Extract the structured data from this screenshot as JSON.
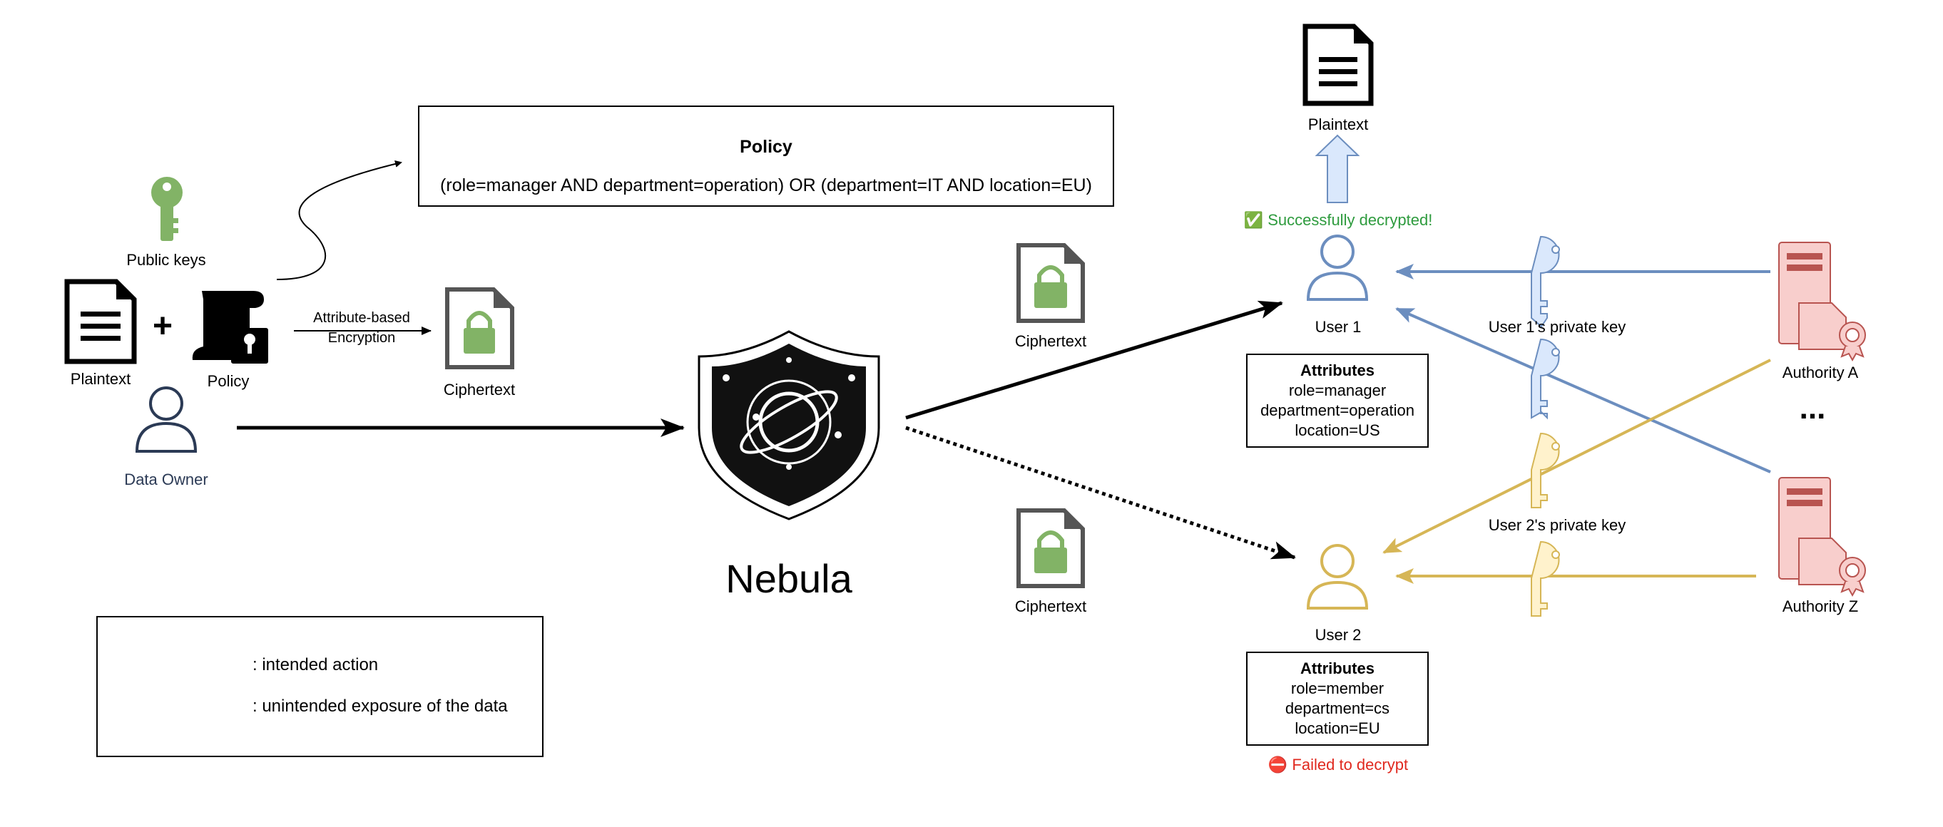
{
  "left": {
    "public_keys_label": "Public keys",
    "plaintext_label": "Plaintext",
    "plus": "+",
    "policy_label": "Policy",
    "abe_label_line1": "Attribute-based",
    "abe_label_line2": "Encryption",
    "ciphertext_label": "Ciphertext",
    "data_owner_label": "Data Owner"
  },
  "policy": {
    "title": "Policy",
    "expression": "(role=manager AND department=operation) OR (department=IT AND location=EU)"
  },
  "center": {
    "title": "Nebula"
  },
  "middle": {
    "ciphertext_top": "Ciphertext",
    "ciphertext_bottom": "Ciphertext"
  },
  "user1": {
    "label": "User 1",
    "plaintext_label": "Plaintext",
    "success": "✅ Successfully decrypted!",
    "attributes_title": "Attributes",
    "attributes": [
      "role=manager",
      "department=operation",
      "location=US"
    ]
  },
  "user2": {
    "label": "User 2",
    "failed": "⛔ Failed to decrypt",
    "attributes_title": "Attributes",
    "attributes": [
      "role=member",
      "department=cs",
      "location=EU"
    ]
  },
  "keys": {
    "user1_key_label": "User 1's private key",
    "user2_key_label": "User 2's private key"
  },
  "authorities": {
    "a_label": "Authority A",
    "ellipsis": "...",
    "z_label": "Authority Z"
  },
  "legend": {
    "intended": ": intended action",
    "unintended": ": unintended exposure of the data"
  },
  "colors": {
    "green": "#82b366",
    "blue": "#6c8ebf",
    "blue_fill": "#dae8fc",
    "yellow": "#d6b656",
    "yellow_fill": "#fff2cc",
    "red": "#b85450",
    "red_fill": "#f8cecc",
    "success_text": "#2e9b3e",
    "failed_text": "#e0291f",
    "owner_text": "#2b3a55"
  }
}
